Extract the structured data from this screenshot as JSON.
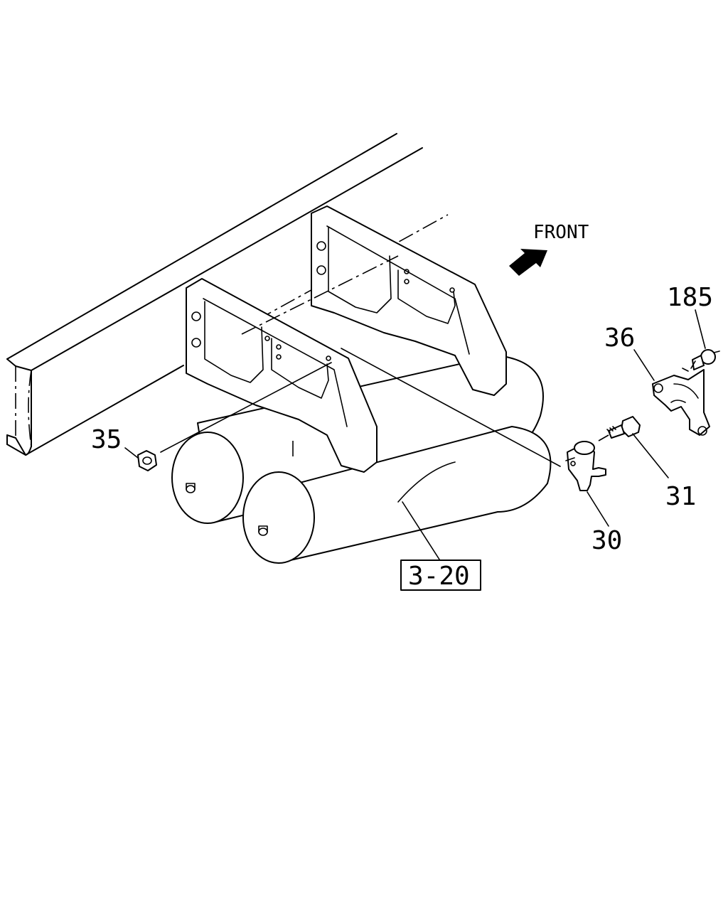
{
  "direction": {
    "text": "FRONT",
    "icon": "front-arrow-icon"
  },
  "callouts": {
    "c185": "185",
    "c36": "36",
    "c35": "35",
    "c31": "31",
    "c30": "30"
  },
  "reference": {
    "text": "3-20"
  }
}
